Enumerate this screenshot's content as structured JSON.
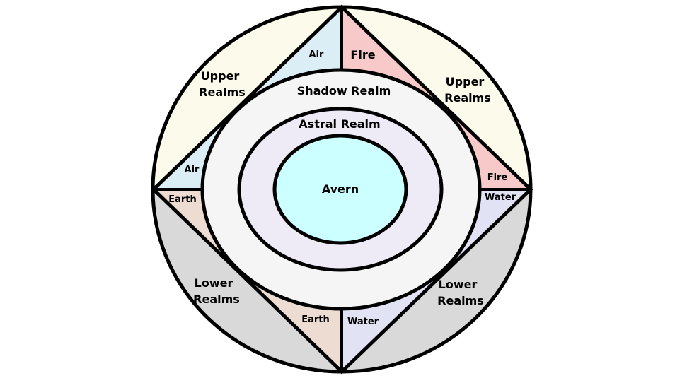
{
  "diagram": {
    "center_label": "Avern",
    "rings": {
      "astral": "Astral Realm",
      "shadow": "Shadow Realm"
    },
    "realms": {
      "upper_left": [
        "Upper",
        "Realms"
      ],
      "upper_right": [
        "Upper",
        "Realms"
      ],
      "lower_left": [
        "Lower",
        "Realms"
      ],
      "lower_right": [
        "Lower",
        "Realms"
      ]
    },
    "elements": {
      "air_top": "Air",
      "fire_top": "Fire",
      "air_left": "Air",
      "fire_right": "Fire",
      "earth_left": "Earth",
      "water_right": "Water",
      "earth_bottom": "Earth",
      "water_bottom": "Water"
    },
    "colors": {
      "upper": "#fcfaea",
      "lower": "#d9d9d9",
      "air": "#dbeef5",
      "fire": "#f7c9c9",
      "earth": "#eddcd2",
      "water": "#e1e3f5",
      "shadow": "#f5f5f5",
      "astral": "#eeebf7",
      "avern": "#ccffff"
    }
  }
}
